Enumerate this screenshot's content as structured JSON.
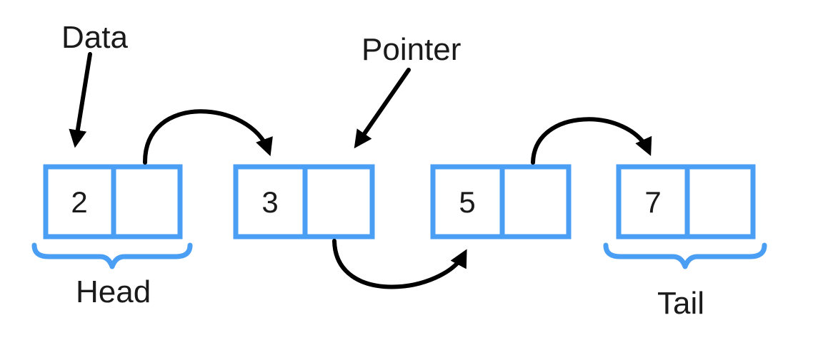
{
  "labels": {
    "data": "Data",
    "pointer": "Pointer",
    "head": "Head",
    "tail": "Tail"
  },
  "nodes": [
    {
      "value": "2"
    },
    {
      "value": "3"
    },
    {
      "value": "5"
    },
    {
      "value": "7"
    }
  ],
  "colors": {
    "node_border": "#4a9ff5",
    "arrow": "#000000",
    "text": "#1a1a1a"
  }
}
